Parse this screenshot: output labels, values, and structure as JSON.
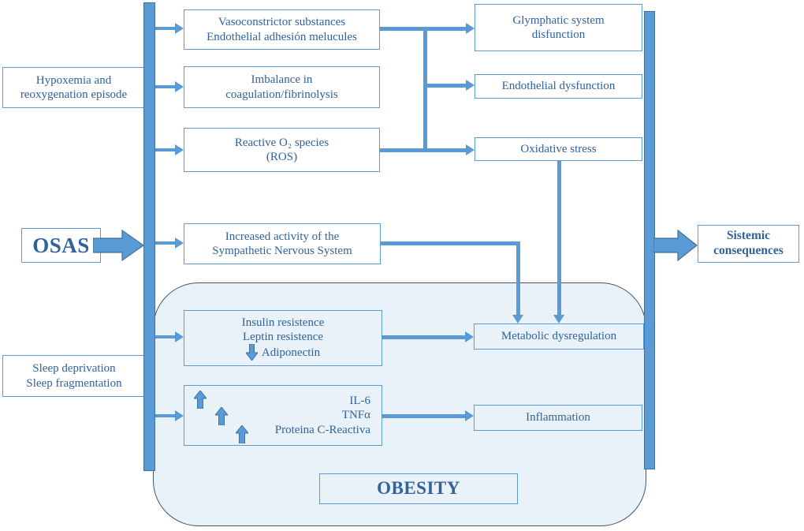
{
  "diagram_title": "OSAS pathophysiology flow diagram",
  "colors": {
    "accent": "#5b9bd5",
    "accent_dark": "#41719c",
    "text_blue": "#31629c",
    "obesity_region_fill": "#e9f1f9",
    "obesity_region_border": "#44546a"
  },
  "nodes": {
    "osas": {
      "label": "OSAS"
    },
    "hypoxemia": {
      "line1": "Hypoxemia and",
      "line2": "reoxygenation episode"
    },
    "sleep": {
      "line1": "Sleep deprivation",
      "line2": "Sleep fragmentation"
    },
    "vasoconstrictor": {
      "line1": "Vasoconstrictor substances",
      "line2": "Endothelial adhesión melucules"
    },
    "imbalance": {
      "line1": "Imbalance in",
      "line2": "coagulation/fibrinolysis"
    },
    "ros": {
      "line1": "Reactive O₂ species",
      "line2": "(ROS)"
    },
    "sympathetic": {
      "line1": "Increased activity of the",
      "line2": "Sympathetic Nervous System"
    },
    "insulin": {
      "line1": "Insulin resistence",
      "line2": "Leptin resistence",
      "line3": "Adiponectin"
    },
    "cytokines": {
      "line1": "IL-6",
      "line2": "TNFα",
      "line3": "Proteina C-Reactiva"
    },
    "glymphatic": {
      "line1": "Glymphatic system",
      "line2": "disfunction"
    },
    "endothelial": {
      "label": "Endothelial dysfunction"
    },
    "oxidative": {
      "label": "Oxidative stress"
    },
    "metabolic": {
      "label": "Metabolic dysregulation"
    },
    "inflammation": {
      "label": "Inflammation"
    },
    "obesity": {
      "label": "OBESITY"
    },
    "sistemic": {
      "line1": "Sistemic",
      "line2": "consequences"
    }
  },
  "icons": {
    "decrease_arrow": "down-block-arrow",
    "increase_arrow": "up-block-arrow",
    "flow_arrow": "right-block-arrow"
  }
}
